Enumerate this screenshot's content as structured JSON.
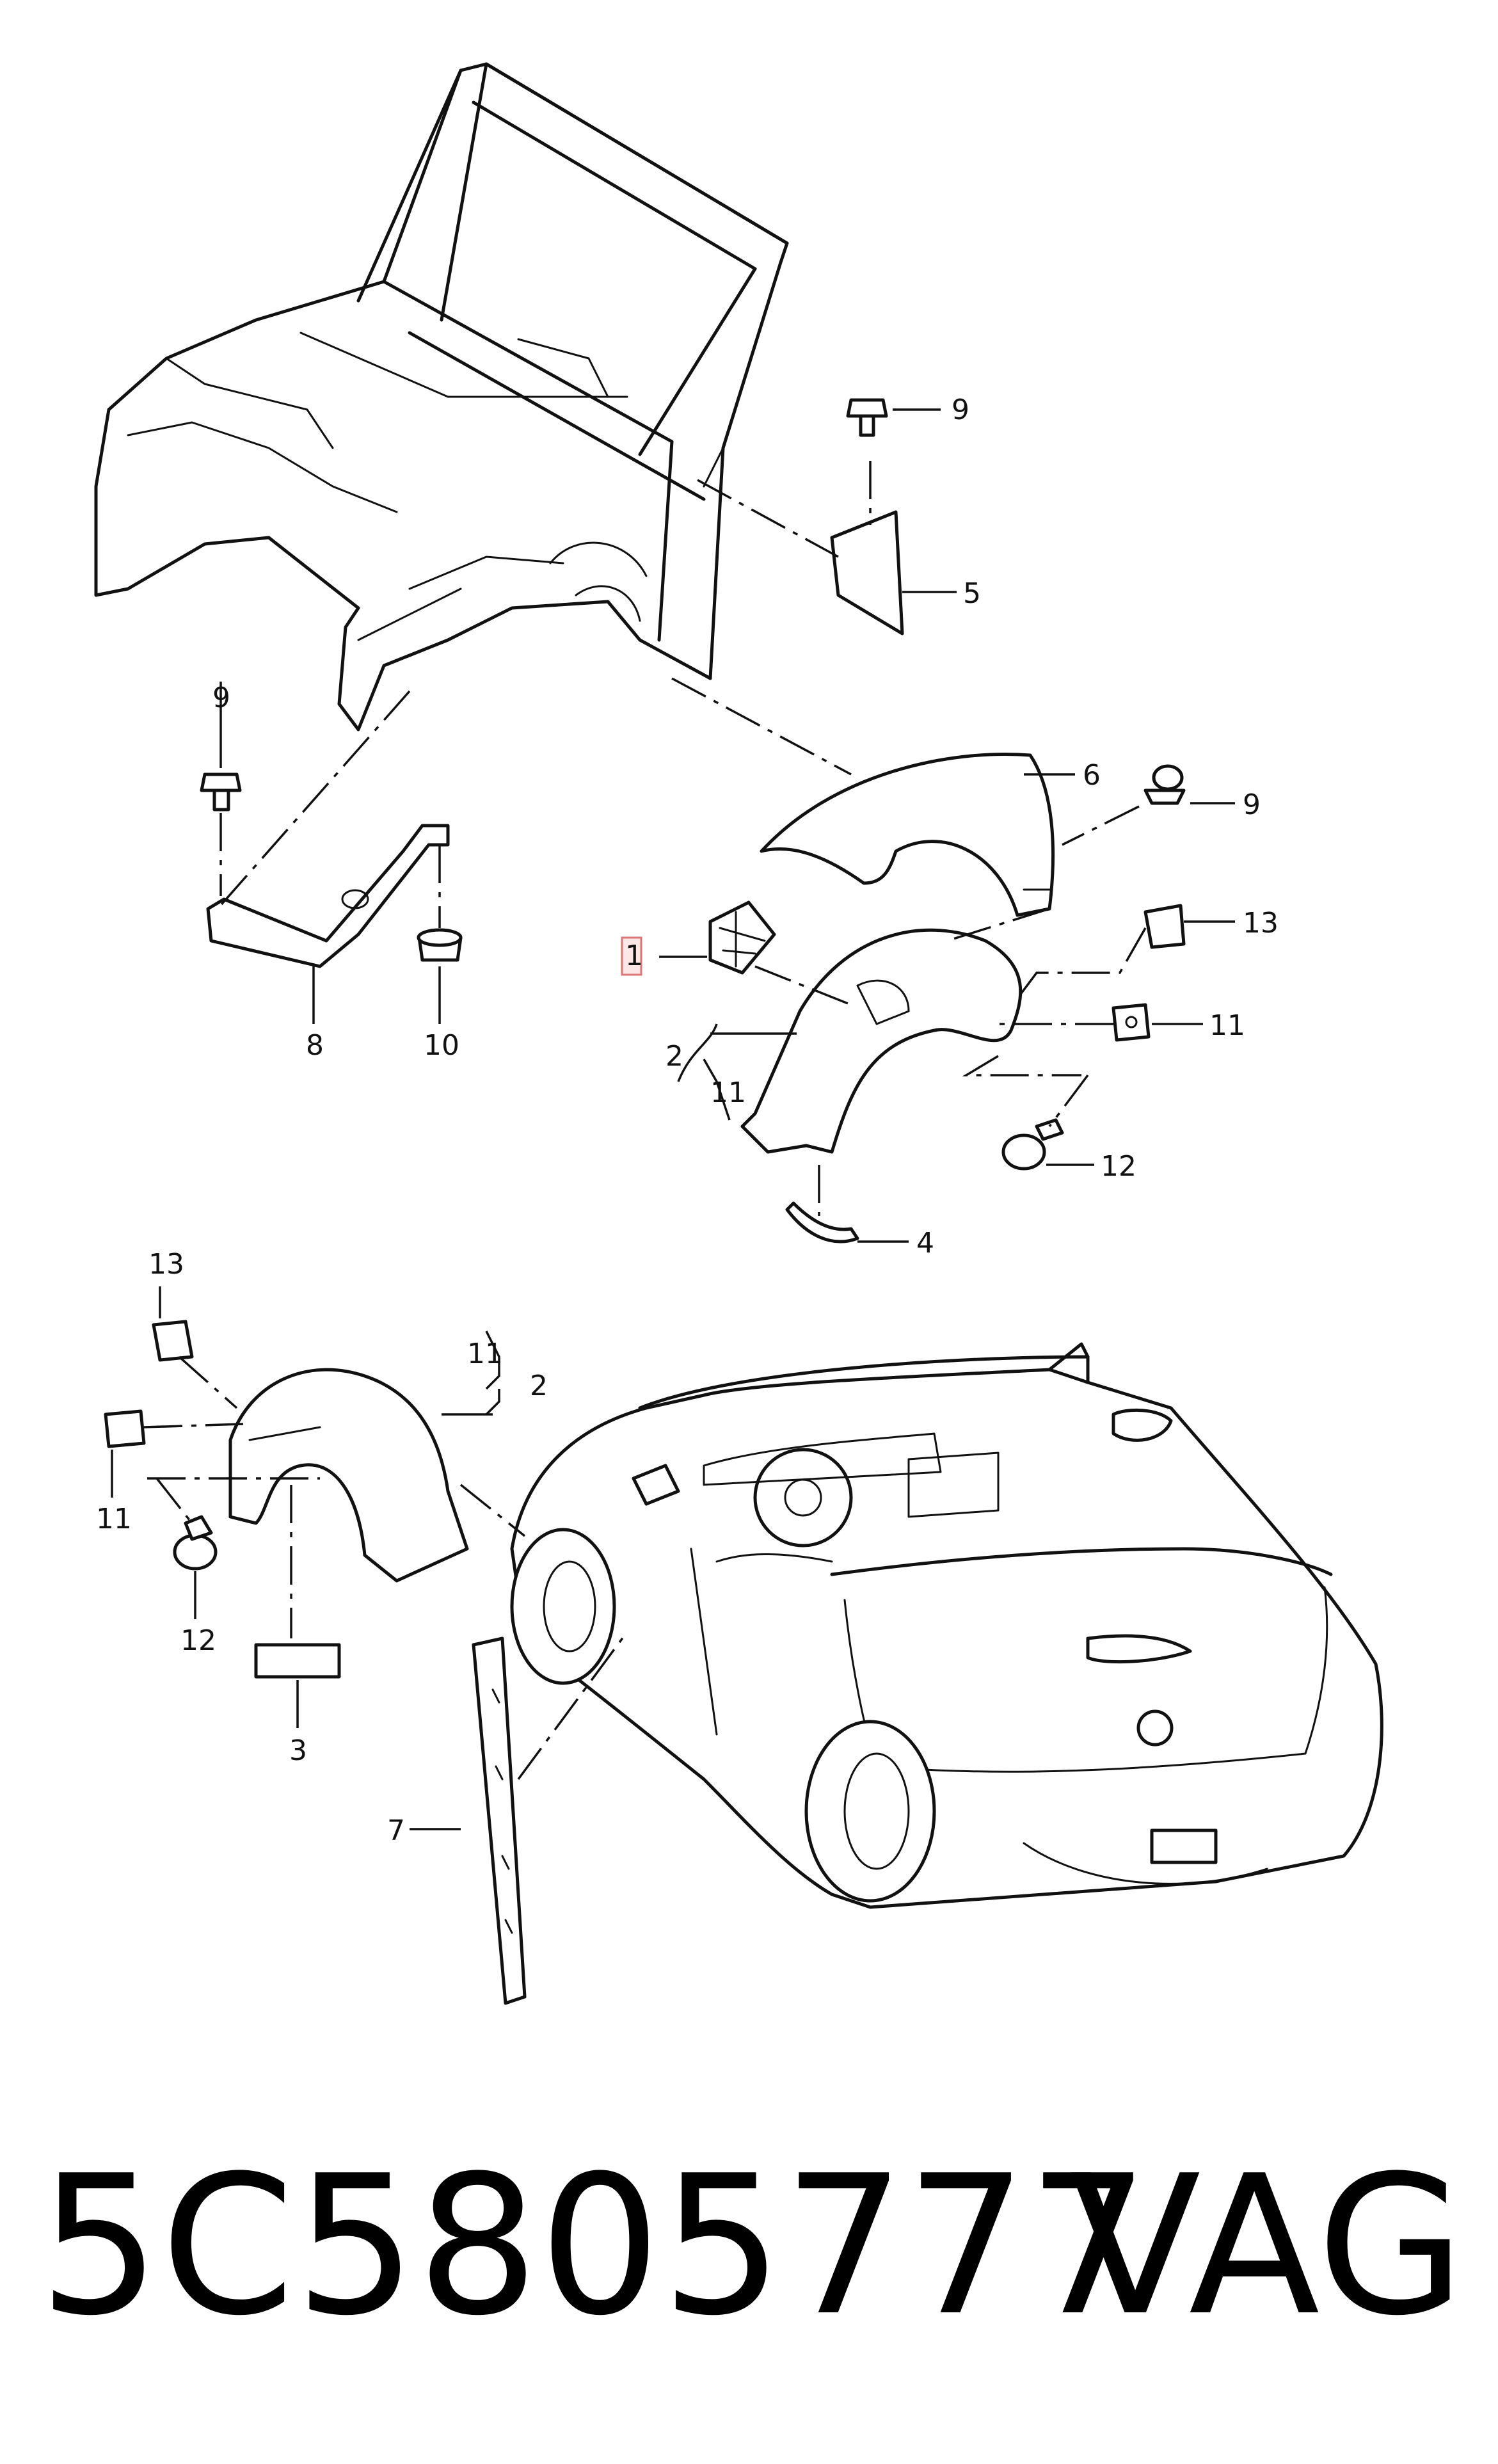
{
  "diagram": {
    "callouts": [
      {
        "id": "callout-1",
        "text": "1"
      },
      {
        "id": "callout-2-upper",
        "text": "2"
      },
      {
        "id": "callout-2-lower",
        "text": "2"
      },
      {
        "id": "callout-3",
        "text": "3"
      },
      {
        "id": "callout-4",
        "text": "4"
      },
      {
        "id": "callout-5",
        "text": "5"
      },
      {
        "id": "callout-6",
        "text": "6"
      },
      {
        "id": "callout-7",
        "text": "7"
      },
      {
        "id": "callout-8",
        "text": "8"
      },
      {
        "id": "callout-9-top",
        "text": "9"
      },
      {
        "id": "callout-9-left",
        "text": "9"
      },
      {
        "id": "callout-9-right",
        "text": "9"
      },
      {
        "id": "callout-10",
        "text": "10"
      },
      {
        "id": "callout-11-a",
        "text": "11"
      },
      {
        "id": "callout-11-b",
        "text": "11"
      },
      {
        "id": "callout-11-c",
        "text": "11"
      },
      {
        "id": "callout-11-d",
        "text": "11"
      },
      {
        "id": "callout-12-upper",
        "text": "12"
      },
      {
        "id": "callout-12-lower",
        "text": "12"
      },
      {
        "id": "callout-13-upper",
        "text": "13"
      },
      {
        "id": "callout-13-lower",
        "text": "13"
      }
    ],
    "highlight_color": "#fde6e6"
  },
  "footer": {
    "part_number": "5C5805777",
    "brand": "VAG"
  }
}
